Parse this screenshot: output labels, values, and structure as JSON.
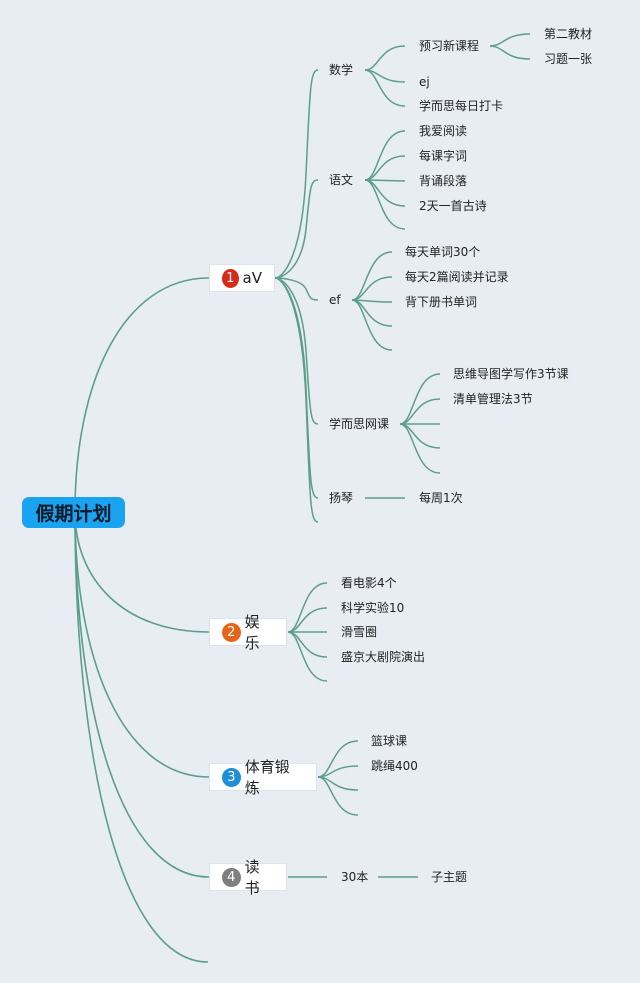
{
  "root": {
    "label": "假期计划"
  },
  "colors": {
    "line": "#5c9e8b",
    "root": "#1aa3f0"
  },
  "branches": [
    {
      "badge": "1",
      "badge_color": "#d62b1a",
      "label": "aV",
      "children": [
        {
          "label": "数学",
          "children": [
            {
              "label": "预习新课程",
              "children": [
                {
                  "label": "第二教材"
                },
                {
                  "label": "习题一张"
                }
              ]
            },
            {
              "label": "ej"
            },
            {
              "label": "学而思每日打卡"
            }
          ]
        },
        {
          "label": "语文",
          "children": [
            {
              "label": "我爱阅读"
            },
            {
              "label": "每课字词"
            },
            {
              "label": "背诵段落"
            },
            {
              "label": "2天一首古诗"
            }
          ]
        },
        {
          "label": "ef",
          "children": [
            {
              "label": "每天单词30个"
            },
            {
              "label": "每天2篇阅读并记录"
            },
            {
              "label": "背下册书单词"
            }
          ]
        },
        {
          "label": "学而思网课",
          "children": [
            {
              "label": "思维导图学写作3节课"
            },
            {
              "label": "清单管理法3节"
            }
          ]
        },
        {
          "label": "扬琴",
          "children": [
            {
              "label": "每周1次"
            }
          ]
        }
      ]
    },
    {
      "badge": "2",
      "badge_color": "#e5661a",
      "label": "娱乐",
      "children": [
        {
          "label": "看电影4个"
        },
        {
          "label": "科学实验10"
        },
        {
          "label": "滑雪圈"
        },
        {
          "label": "盛京大剧院演出"
        }
      ]
    },
    {
      "badge": "3",
      "badge_color": "#1e8fd6",
      "label": "体育锻炼",
      "children": [
        {
          "label": "篮球课"
        },
        {
          "label": "跳绳400"
        }
      ]
    },
    {
      "badge": "4",
      "badge_color": "#7f7f7f",
      "label": "读书",
      "children": [
        {
          "label": "30本",
          "children": [
            {
              "label": "子主题"
            }
          ]
        }
      ]
    }
  ]
}
